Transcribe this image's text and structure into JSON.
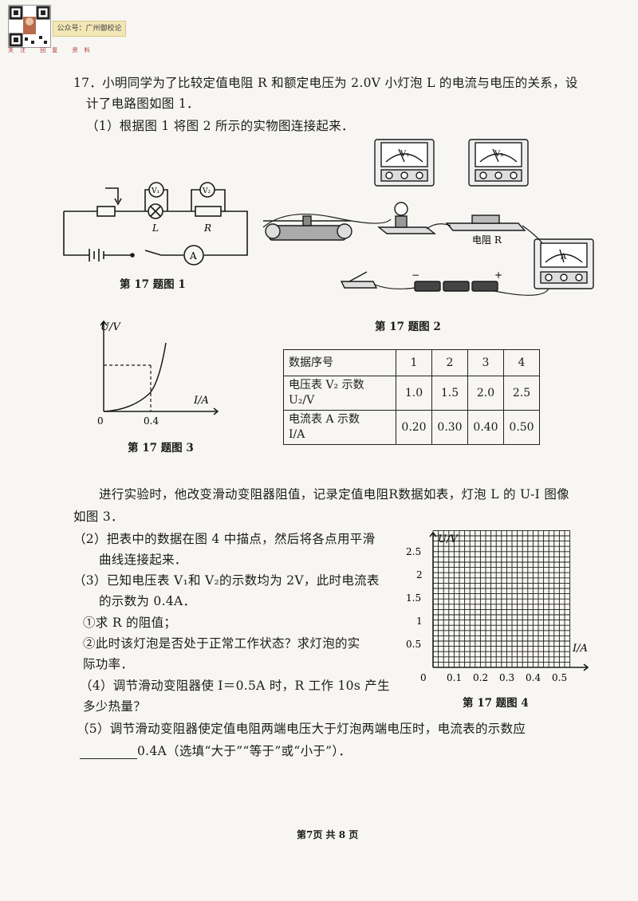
{
  "header": {
    "badge_text": "公众号：广州御校论",
    "qr_labels": "关注 回复 资料"
  },
  "question": {
    "line1": "17．小明同学为了比较定值电阻 R 和额定电压为 2.0V 小灯泡 L 的电流与电压的关系，设",
    "line2": "计了电路图如图 1．",
    "part1": "（1）根据图 1 将图 2 所示的实物图连接起来．",
    "para1_l1": "进行实验时，他改变滑动变阻器阻值，记录定值电阻R数据如表，灯泡 L 的 U-I 图像",
    "para1_l2": "如图 3．",
    "part2_l1": "（2）把表中的数据在图 4 中描点，然后将各点用平滑",
    "part2_l2": "曲线连接起来．",
    "part3_l1": "（3）已知电压表 V₁和 V₂的示数均为 2V，此时电流表",
    "part3_l2": "的示数为 0.4A．",
    "part3_q1": "①求 R 的阻值；",
    "part3_q2_l1": "②此时该灯泡是否处于正常工作状态？求灯泡的实",
    "part3_q2_l2": "际功率．",
    "part4_l1": "（4）调节滑动变阻器使 I＝0.5A 时，R 工作 10s 产生",
    "part4_l2": "多少热量？",
    "part5_l1": "（5）调节滑动变阻器使定值电阻两端电压大于灯泡两端电压时，电流表的示数应",
    "part5_l2": "0.4A（选填“大于”“等于”或“小于”）．"
  },
  "fig1": {
    "caption": "第 17 题图 1",
    "labels": {
      "v1": "V₁",
      "v2": "V₂",
      "lamp": "L",
      "resistor": "R",
      "ammeter": "A"
    }
  },
  "fig2": {
    "caption": "第 17 题图 2",
    "labels": {
      "v1": "V₁",
      "v2": "V₂",
      "ammeter": "A",
      "resistor": "电阻 R",
      "minus": "−",
      "plus": "+"
    }
  },
  "fig3": {
    "caption": "第 17 题图 3",
    "y_axis": "U/V",
    "x_axis": "I/A",
    "origin": "0",
    "x_mark": "0.4"
  },
  "fig4": {
    "caption": "第 17 题图 4",
    "y_axis": "U/V",
    "x_axis": "I/A",
    "origin": "0",
    "x_ticks": [
      "0.1",
      "0.2",
      "0.3",
      "0.4",
      "0.5"
    ],
    "y_ticks": [
      "0.5",
      "1",
      "1.5",
      "2",
      "2.5"
    ]
  },
  "table": {
    "header_label": "数据序号",
    "indices": [
      "1",
      "2",
      "3",
      "4"
    ],
    "row_voltage_label_l1": "电压表 V₂ 示数",
    "row_voltage_label_l2": "U₂/V",
    "voltages": [
      "1.0",
      "1.5",
      "2.0",
      "2.5"
    ],
    "row_current_label_l1": "电流表 A 示数",
    "row_current_label_l2": "I/A",
    "currents": [
      "0.20",
      "0.30",
      "0.40",
      "0.50"
    ]
  },
  "footer": {
    "page": "第7页 共 8 页"
  }
}
